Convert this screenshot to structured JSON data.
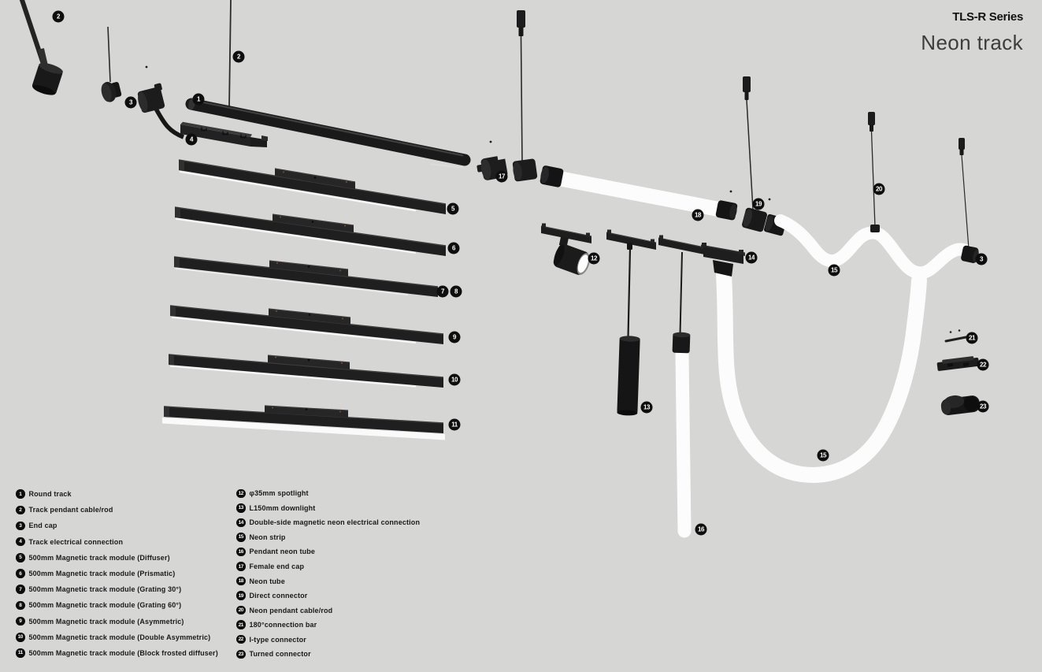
{
  "header": {
    "series": "TLS-R Series",
    "product": "Neon track"
  },
  "colors": {
    "background": "#d6d6d4",
    "part_dark": "#1c1c1c",
    "neon_white": "#fcfcfc",
    "marker_bg": "#0e0e0e",
    "marker_fg": "#ffffff"
  },
  "legend": {
    "left": [
      {
        "num": "1",
        "label": "Round track"
      },
      {
        "num": "2",
        "label": "Track pendant cable/rod"
      },
      {
        "num": "3",
        "label": "End cap"
      },
      {
        "num": "4",
        "label": "Track electrical connection"
      },
      {
        "num": "5",
        "label": "500mm Magnetic track module (Diffuser)"
      },
      {
        "num": "6",
        "label": "500mm Magnetic track module (Prismatic)"
      },
      {
        "num": "7",
        "label": "500mm Magnetic track module (Grating 30°)"
      },
      {
        "num": "8",
        "label": "500mm Magnetic track module (Grating 60°)"
      },
      {
        "num": "9",
        "label": "500mm Magnetic track module (Asymmetric)"
      },
      {
        "num": "10",
        "label": "500mm Magnetic track module (Double Asymmetric)"
      },
      {
        "num": "11",
        "label": "500mm Magnetic track module (Block frosted diffuser)"
      }
    ],
    "right": [
      {
        "num": "12",
        "label": "φ35mm spotlight"
      },
      {
        "num": "13",
        "label": "L150mm downlight"
      },
      {
        "num": "14",
        "label": "Double-side magnetic neon electrical connection"
      },
      {
        "num": "15",
        "label": "Neon strip"
      },
      {
        "num": "16",
        "label": "Pendant neon tube"
      },
      {
        "num": "17",
        "label": "Female end cap"
      },
      {
        "num": "18",
        "label": "Neon tube"
      },
      {
        "num": "19",
        "label": "Direct connector"
      },
      {
        "num": "20",
        "label": "Neon pendant cable/rod"
      },
      {
        "num": "21",
        "label": "180°connection bar"
      },
      {
        "num": "22",
        "label": "I-type connector"
      },
      {
        "num": "23",
        "label": "Turned connector"
      }
    ]
  },
  "markers": [
    {
      "num": "2",
      "x": 74,
      "y": 21
    },
    {
      "num": "3",
      "x": 166,
      "y": 130
    },
    {
      "num": "1",
      "x": 252,
      "y": 126
    },
    {
      "num": "2",
      "x": 303,
      "y": 72
    },
    {
      "num": "4",
      "x": 243,
      "y": 177
    },
    {
      "num": "5",
      "x": 575,
      "y": 265
    },
    {
      "num": "6",
      "x": 576,
      "y": 315
    },
    {
      "num": "7",
      "x": 562,
      "y": 370
    },
    {
      "num": "8",
      "x": 579,
      "y": 370
    },
    {
      "num": "9",
      "x": 577,
      "y": 428
    },
    {
      "num": "10",
      "x": 577,
      "y": 482
    },
    {
      "num": "11",
      "x": 577,
      "y": 539
    },
    {
      "num": "17",
      "x": 637,
      "y": 224
    },
    {
      "num": "18",
      "x": 886,
      "y": 273
    },
    {
      "num": "19",
      "x": 963,
      "y": 259
    },
    {
      "num": "20",
      "x": 1116,
      "y": 240
    },
    {
      "num": "3",
      "x": 1246,
      "y": 329
    },
    {
      "num": "12",
      "x": 754,
      "y": 328
    },
    {
      "num": "13",
      "x": 821,
      "y": 517
    },
    {
      "num": "14",
      "x": 954,
      "y": 327
    },
    {
      "num": "15",
      "x": 1059,
      "y": 343
    },
    {
      "num": "15",
      "x": 1045,
      "y": 578
    },
    {
      "num": "16",
      "x": 890,
      "y": 672
    },
    {
      "num": "21",
      "x": 1234,
      "y": 429
    },
    {
      "num": "22",
      "x": 1248,
      "y": 463
    },
    {
      "num": "23",
      "x": 1248,
      "y": 516
    }
  ]
}
